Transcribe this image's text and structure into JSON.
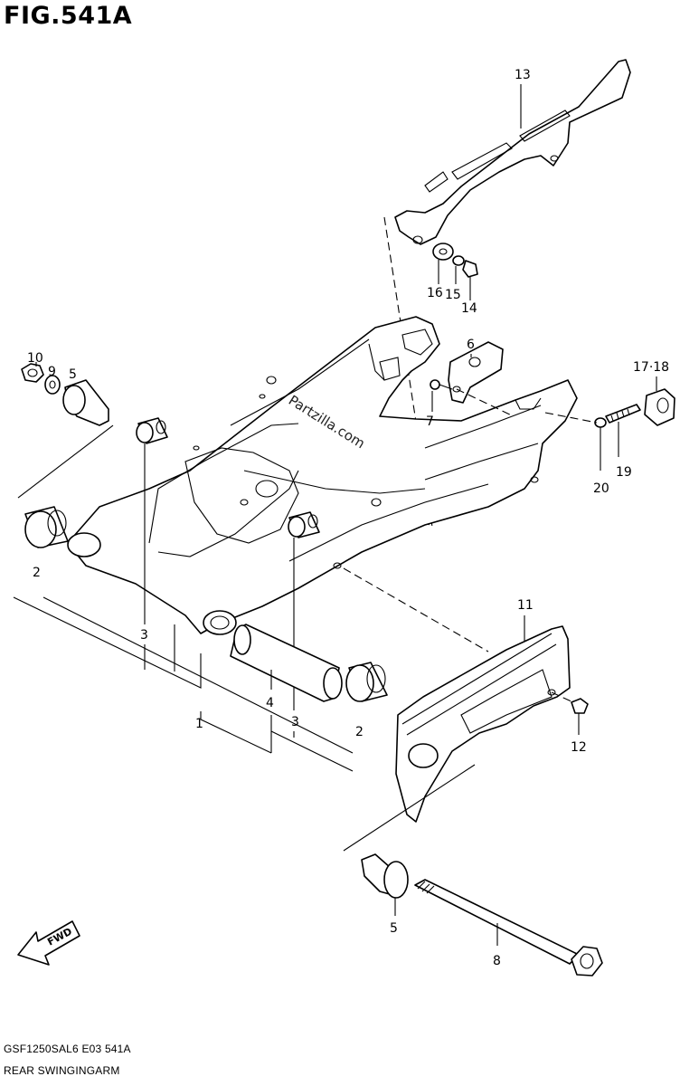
{
  "figure": {
    "title": "FIG.541A",
    "model_code": "GSF1250SAL6  E03  541A",
    "name": "REAR SWINGINGARM",
    "watermark": "Partzilla.com",
    "fwd_label": "FWD"
  },
  "callouts": {
    "p1": "1",
    "p2a": "2",
    "p2b": "2",
    "p3a": "3",
    "p3b": "3",
    "p4": "4",
    "p5a": "5",
    "p5b": "5",
    "p6": "6",
    "p7": "7",
    "p8": "8",
    "p9": "9",
    "p10": "10",
    "p11": "11",
    "p12": "12",
    "p13": "13",
    "p14": "14",
    "p15": "15",
    "p16": "16",
    "p1718": "17·18",
    "p19": "19",
    "p20": "20"
  }
}
